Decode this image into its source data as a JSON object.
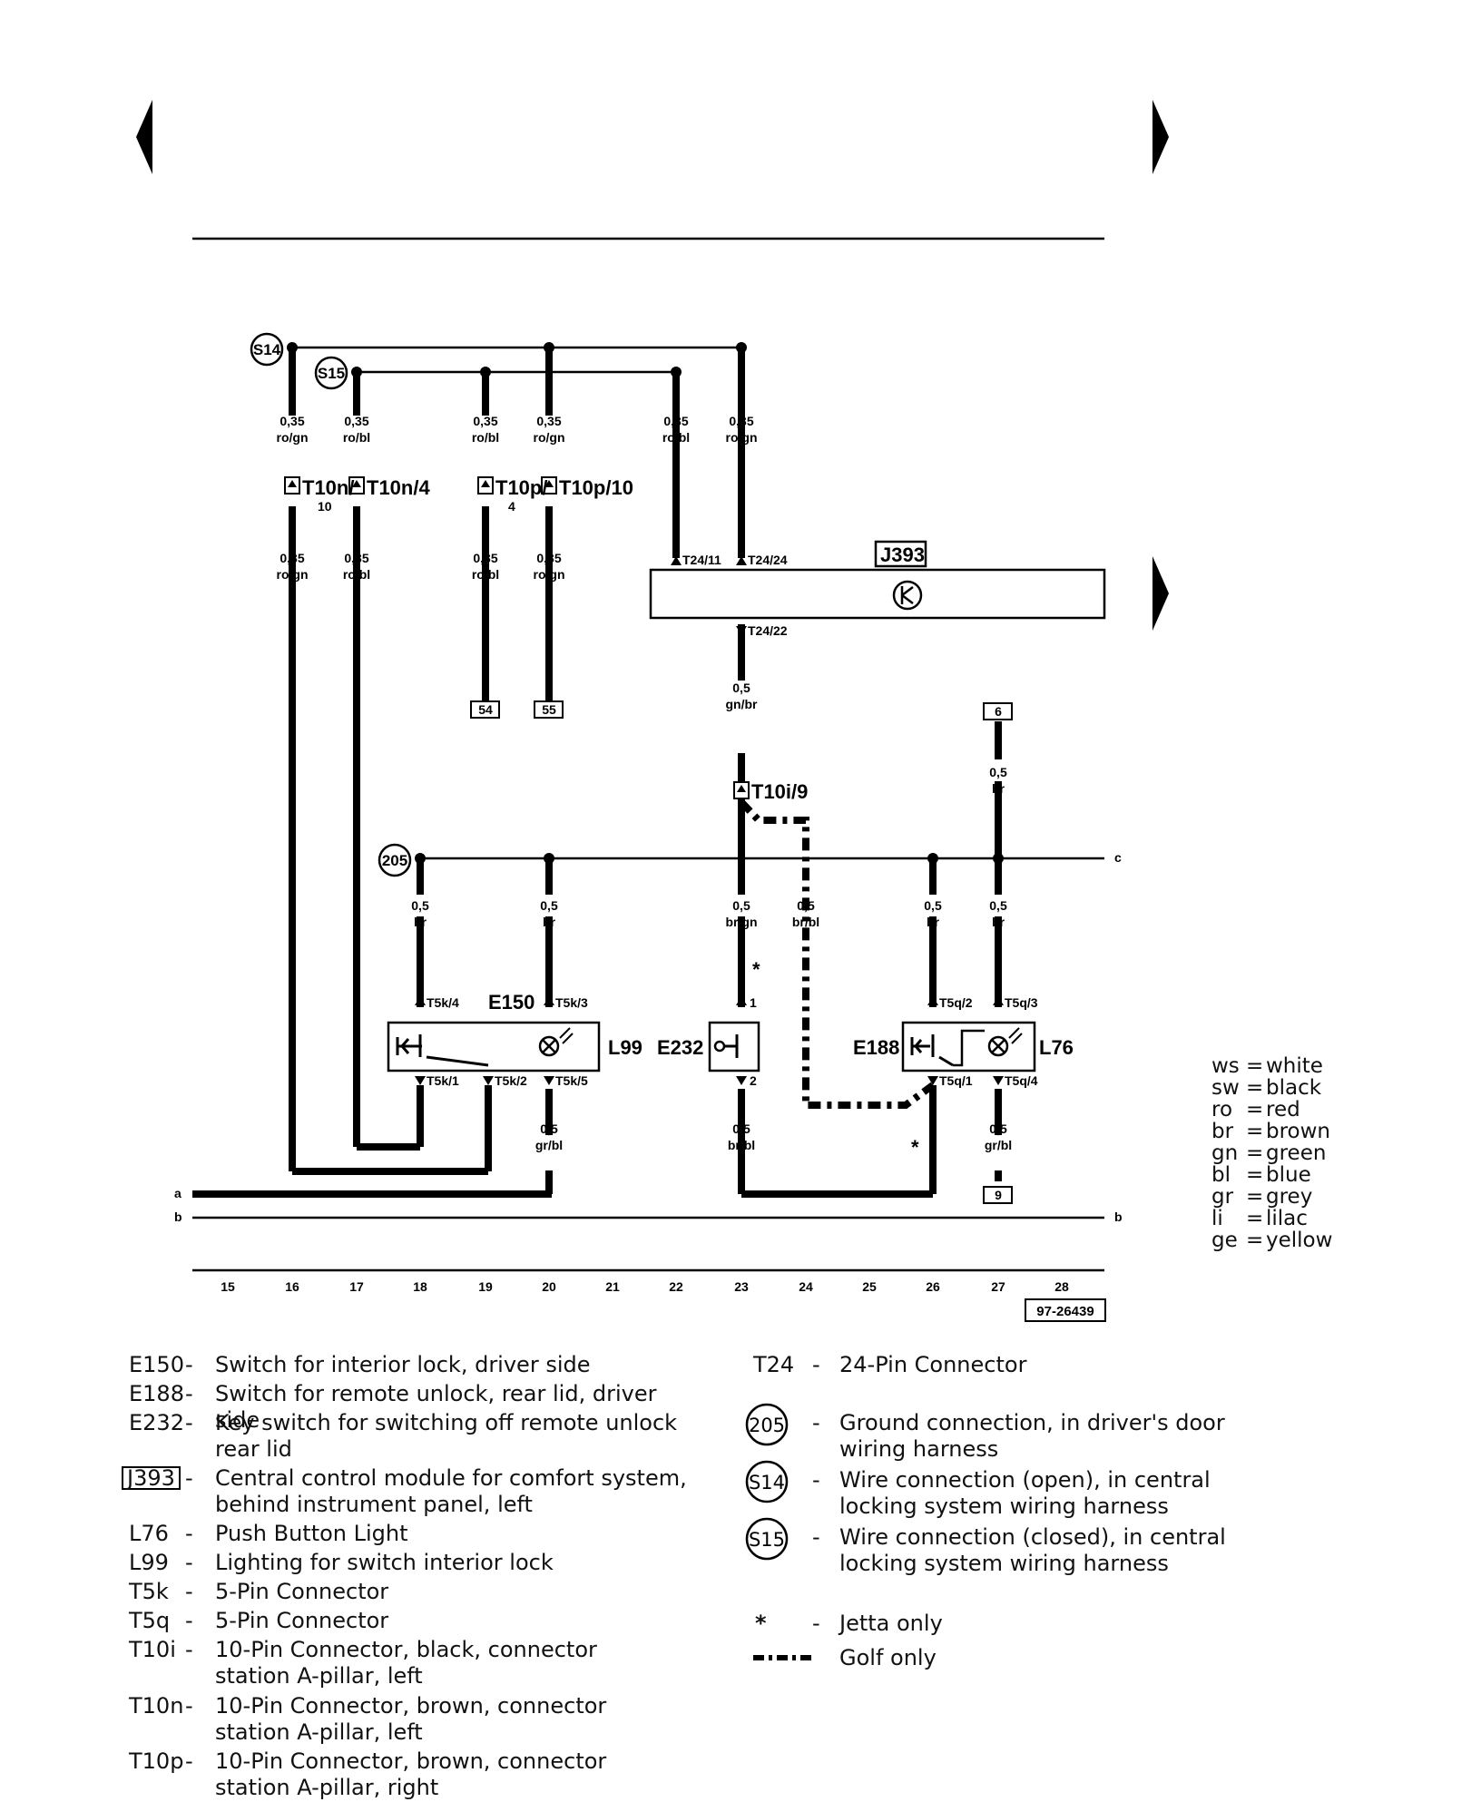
{
  "arrows": {
    "prev": "left-arrow-icon",
    "next": "right-arrow-icon",
    "continue": "right-arrow-icon"
  },
  "diagram": {
    "nodes": {
      "s14": "S14",
      "s15": "S15",
      "g205": "205"
    },
    "wires": {
      "w16a": [
        "0,35",
        "ro/gn"
      ],
      "w17a": [
        "0,35",
        "ro/bl"
      ],
      "w19a": [
        "0,35",
        "ro/bl"
      ],
      "w20a": [
        "0,35",
        "ro/gn"
      ],
      "w22a": [
        "0,35",
        "ro/bl"
      ],
      "w23a": [
        "0,35",
        "ro/gn"
      ],
      "w16b": [
        "0,35",
        "ro/gn"
      ],
      "w17b": [
        "0,35",
        "ro/bl"
      ],
      "w19b": [
        "0,35",
        "ro/bl"
      ],
      "w20b": [
        "0,35",
        "ro/gn"
      ],
      "w23c": [
        "0,5",
        "gn/br"
      ],
      "w27a": [
        "0,5",
        "br"
      ],
      "w18c": [
        "0,5",
        "br"
      ],
      "w20c": [
        "0,5",
        "br"
      ],
      "w23d": [
        "0,5",
        "br/gn"
      ],
      "w24d": [
        "0,5",
        "br/bl"
      ],
      "w26d": [
        "0,5",
        "br"
      ],
      "w27d": [
        "0,5",
        "br"
      ],
      "w20e": [
        "0,5",
        "gr/bl"
      ],
      "w23e": [
        "0,5",
        "br/bl"
      ],
      "w27e": [
        "0,5",
        "gr/bl"
      ]
    },
    "connectors": {
      "t10n10": "T10n/",
      "t10n10_sub": "10",
      "t10n4": "T10n/4",
      "t10p4": "T10p/",
      "t10p4_sub": "4",
      "t10p10": "T10p/10",
      "t10i9": "T10i/9"
    },
    "pins": {
      "t2411": "T24/11",
      "t2424": "T24/24",
      "t2422": "T24/22",
      "t5k4": "T5k/4",
      "t5k3": "T5k/3",
      "t5k1": "T5k/1",
      "t5k2": "T5k/2",
      "t5k5": "T5k/5",
      "e232_1": "1",
      "e232_2": "2",
      "t5q2": "T5q/2",
      "t5q3": "T5q/3",
      "t5q1": "T5q/1",
      "t5q4": "T5q/4"
    },
    "components": {
      "j393": "J393",
      "e150": "E150",
      "l99": "L99",
      "e232": "E232",
      "e188": "E188",
      "l76": "L76"
    },
    "boxes": {
      "b54": "54",
      "b55": "55",
      "b6": "6",
      "b9": "9"
    },
    "lines": {
      "a": "a",
      "b": "b",
      "b_right": "b",
      "c": "c"
    },
    "stars": [
      "*",
      "*"
    ],
    "tracks": [
      "15",
      "16",
      "17",
      "18",
      "19",
      "20",
      "21",
      "22",
      "23",
      "24",
      "25",
      "26",
      "27",
      "28"
    ],
    "ref": "97-26439"
  },
  "colors": [
    {
      "code": "ws",
      "eq": "=",
      "name": "white"
    },
    {
      "code": "sw",
      "eq": "=",
      "name": "black"
    },
    {
      "code": "ro",
      "eq": "=",
      "name": "red"
    },
    {
      "code": "br",
      "eq": "=",
      "name": "brown"
    },
    {
      "code": "gn",
      "eq": "=",
      "name": "green"
    },
    {
      "code": "bl",
      "eq": "=",
      "name": "blue"
    },
    {
      "code": "gr",
      "eq": "=",
      "name": "grey"
    },
    {
      "code": "li",
      "eq": "=",
      "name": "lilac"
    },
    {
      "code": "ge",
      "eq": "=",
      "name": "yellow"
    }
  ],
  "legend_left": [
    {
      "code": "E150",
      "dash": "-",
      "desc": "Switch for interior lock, driver side"
    },
    {
      "code": "E188",
      "dash": "-",
      "desc": "Switch for remote unlock, rear lid, driver side"
    },
    {
      "code": "E232",
      "dash": "-",
      "desc": "Key switch for switching off remote unlock rear lid"
    },
    {
      "code": "J393",
      "dash": "-",
      "desc": "Central control module for comfort system, behind instrument panel, left"
    },
    {
      "code": "L76",
      "dash": "-",
      "desc": "Push Button Light"
    },
    {
      "code": "L99",
      "dash": "-",
      "desc": "Lighting for switch interior lock"
    },
    {
      "code": "T5k",
      "dash": "-",
      "desc": "5-Pin Connector"
    },
    {
      "code": "T5q",
      "dash": "-",
      "desc": "5-Pin Connector"
    },
    {
      "code": "T10i",
      "dash": "-",
      "desc": "10-Pin Connector, black, connector station A-pillar, left"
    },
    {
      "code": "T10n",
      "dash": "-",
      "desc": "10-Pin Connector, brown, connector station A-pillar, left"
    },
    {
      "code": "T10p",
      "dash": "-",
      "desc": "10-Pin Connector, brown, connector station A-pillar, right"
    }
  ],
  "legend_right": [
    {
      "code": "T24",
      "dash": "-",
      "desc": "24-Pin Connector"
    },
    {
      "code": "205",
      "dash": "-",
      "desc": "Ground connection, in driver's door wiring harness"
    },
    {
      "code": "S14",
      "dash": "-",
      "desc": "Wire connection (open), in central locking system wiring harness"
    },
    {
      "code": "S15",
      "dash": "-",
      "desc": "Wire connection (closed), in central locking system wiring harness"
    },
    {
      "code": "*",
      "dash": "-",
      "desc": "Jetta only"
    },
    {
      "code": "golf-dashed-line",
      "dash": "",
      "desc": "Golf only"
    }
  ]
}
